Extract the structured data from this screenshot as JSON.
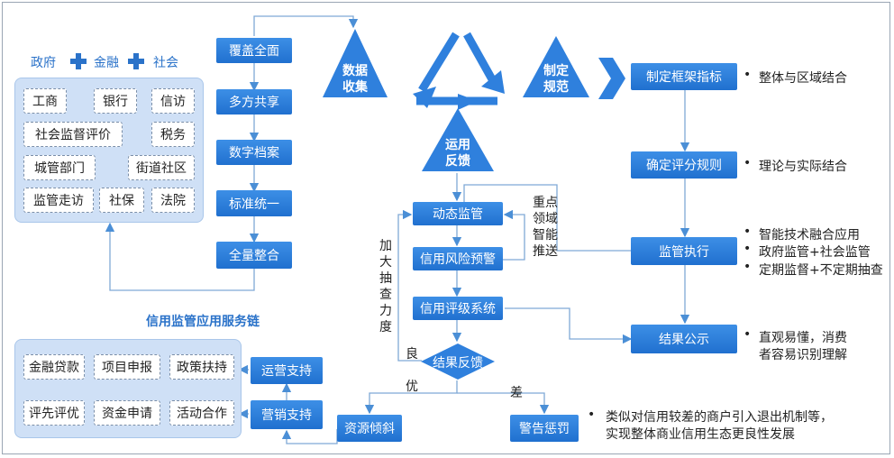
{
  "top_left": {
    "gov": "政府",
    "finance": "金融",
    "society": "社会"
  },
  "sources": [
    "工商",
    "银行",
    "信访",
    "社会监督评价",
    "税务",
    "城管部门",
    "街道社区",
    "监管走访",
    "社保",
    "法院"
  ],
  "data_steps": [
    "覆盖全面",
    "多方共享",
    "数字档案",
    "标准统一",
    "全量整合"
  ],
  "triangles": {
    "collect": "数据\n收集",
    "feedback": "运用\n反馈",
    "regulate": "制定\n规范"
  },
  "right_steps": [
    "制定框架指标",
    "确定评分规则",
    "监管执行",
    "结果公示"
  ],
  "right_notes": {
    "framework": "整体与区域结合",
    "rules": "理论与实际结合",
    "execute": [
      "智能技术融合应用",
      "政府监管+社会监管",
      "定期监督+不定期抽查"
    ],
    "publish": [
      "直观易懂，消费",
      "者容易识别理解"
    ]
  },
  "center_steps": [
    "动态监管",
    "信用风险预警",
    "信用评级系统",
    "结果反馈"
  ],
  "push_label": "重点领域智能推送",
  "inspect_label": "加大抽查力度",
  "good": "良",
  "excellent": "优",
  "poor": "差",
  "service_title": "信用监管应用服务链",
  "services": [
    "金融贷款",
    "项目申报",
    "政策扶持",
    "评先评优",
    "资金申请",
    "活动合作"
  ],
  "support": [
    "运营支持",
    "营销支持"
  ],
  "outcomes": {
    "resource": "资源倾斜",
    "warning": "警告惩罚"
  },
  "warning_note": [
    "类似对信用较差的商户引入退出机制等，",
    "实现整体商业信用生态更良性发展"
  ],
  "colors": {
    "primary": "#2f80dd",
    "panel": "#cfe0f6",
    "text_blue": "#2a72c9"
  }
}
